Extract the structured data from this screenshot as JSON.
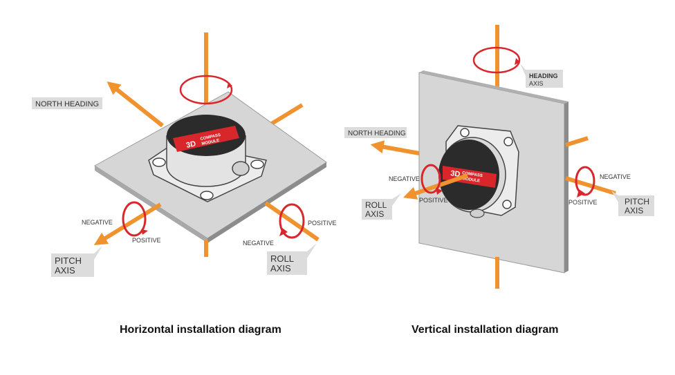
{
  "colors": {
    "axis_orange": "#f0922e",
    "rotation_red": "#d9262b",
    "plate_gray": "#d6d6d6",
    "label_bg": "#dcdcdc",
    "module_dark": "#3a3a3a"
  },
  "horizontal": {
    "caption": "Horizontal installation diagram",
    "north_heading": "NORTH HEADING",
    "pitch_axis_line1": "PITCH",
    "pitch_axis_line2": "AXIS",
    "roll_axis_line1": "ROLL",
    "roll_axis_line2": "AXIS",
    "pitch_negative": "NEGATIVE",
    "pitch_positive": "POSITIVE",
    "roll_positive": "POSITIVE",
    "roll_negative": "NEGATIVE",
    "module_label_3d": "3D",
    "module_label_line1": "COMPASS",
    "module_label_line2": "MODULE"
  },
  "vertical": {
    "caption": "Vertical installation diagram",
    "heading_axis_line1": "HEADING",
    "heading_axis_line2": "AXIS",
    "north_heading": "NORTH HEADING",
    "roll_axis_line1": "ROLL",
    "roll_axis_line2": "AXIS",
    "pitch_axis_line1": "PITCH",
    "pitch_axis_line2": "AXIS",
    "roll_negative": "NEGATIVE",
    "roll_positive": "POSITIVE",
    "pitch_negative": "NEGATIVE",
    "pitch_positive": "POSITIVE",
    "module_label_3d": "3D",
    "module_label_line1": "COMPASS",
    "module_label_line2": "MODULE"
  }
}
